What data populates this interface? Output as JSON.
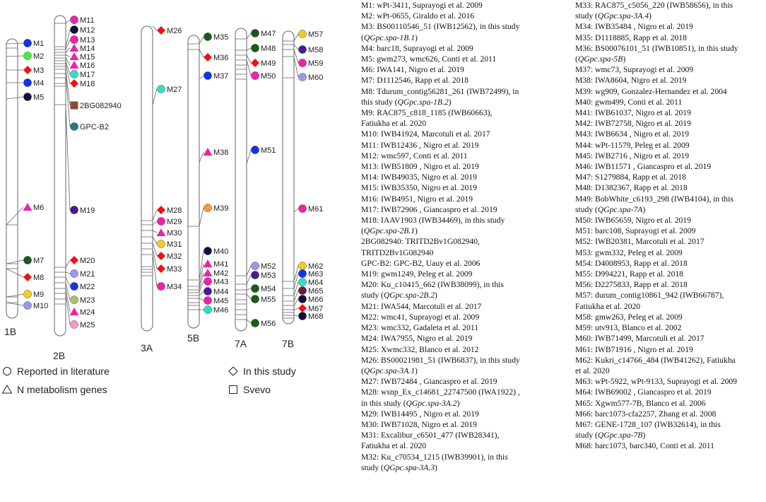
{
  "colors": {
    "dark_green": "#1a5a1a",
    "red": "#ee1111",
    "magenta": "#ee22aa",
    "blue": "#1133ee",
    "navy": "#101040",
    "lime": "#44ee44",
    "cyan": "#33ddcc",
    "teal": "#1a7f8a",
    "brown": "#8b4a3a",
    "orange": "#f39a3a",
    "lavender": "#9999ee",
    "yellow": "#f2cc22",
    "purple": "#4a1a99",
    "olive": "#a8c46a",
    "pink": "#f29ac8",
    "maroon": "#6a1a3a"
  },
  "chromosomes": [
    {
      "label": "1B",
      "markers": [
        {
          "name": "M1",
          "shape": "circle",
          "color": "blue"
        },
        {
          "name": "M2",
          "shape": "circle",
          "color": "lime"
        },
        {
          "name": "M3",
          "shape": "diamond",
          "color": "red"
        },
        {
          "name": "M4",
          "shape": "circle",
          "color": "blue"
        },
        {
          "name": "M5",
          "shape": "circle",
          "color": "navy"
        },
        {
          "name": "M6",
          "shape": "triangle",
          "color": "magenta"
        },
        {
          "name": "M7",
          "shape": "circle",
          "color": "dark_green"
        },
        {
          "name": "M8",
          "shape": "diamond",
          "color": "red"
        },
        {
          "name": "M9",
          "shape": "circle",
          "color": "yellow"
        },
        {
          "name": "M10",
          "shape": "circle",
          "color": "lavender"
        }
      ]
    },
    {
      "label": "2B",
      "markers": [
        {
          "name": "M11",
          "shape": "circle",
          "color": "magenta"
        },
        {
          "name": "M12",
          "shape": "circle",
          "color": "navy"
        },
        {
          "name": "M13",
          "shape": "circle",
          "color": "magenta"
        },
        {
          "name": "M14",
          "shape": "triangle",
          "color": "magenta"
        },
        {
          "name": "M15",
          "shape": "triangle",
          "color": "magenta"
        },
        {
          "name": "M16",
          "shape": "triangle",
          "color": "magenta"
        },
        {
          "name": "M17",
          "shape": "circle",
          "color": "cyan"
        },
        {
          "name": "M18",
          "shape": "diamond",
          "color": "red"
        },
        {
          "name": "2BG082940",
          "shape": "square",
          "color": "brown"
        },
        {
          "name": "GPC-B2",
          "shape": "circle",
          "color": "teal"
        },
        {
          "name": "M19",
          "shape": "circle",
          "color": "purple"
        },
        {
          "name": "M20",
          "shape": "diamond",
          "color": "red"
        },
        {
          "name": "M21",
          "shape": "circle",
          "color": "lavender"
        },
        {
          "name": "M22",
          "shape": "circle",
          "color": "blue"
        },
        {
          "name": "M23",
          "shape": "circle",
          "color": "olive"
        },
        {
          "name": "M24",
          "shape": "triangle",
          "color": "magenta"
        },
        {
          "name": "M25",
          "shape": "circle",
          "color": "pink"
        }
      ]
    },
    {
      "label": "3A",
      "markers": [
        {
          "name": "M26",
          "shape": "diamond",
          "color": "red"
        },
        {
          "name": "M27",
          "shape": "circle",
          "color": "cyan"
        },
        {
          "name": "M28",
          "shape": "diamond",
          "color": "red"
        },
        {
          "name": "M29",
          "shape": "circle",
          "color": "magenta"
        },
        {
          "name": "M30",
          "shape": "triangle",
          "color": "magenta"
        },
        {
          "name": "M31",
          "shape": "circle",
          "color": "yellow"
        },
        {
          "name": "M32",
          "shape": "diamond",
          "color": "red"
        },
        {
          "name": "M33",
          "shape": "diamond",
          "color": "red"
        },
        {
          "name": "M34",
          "shape": "circle",
          "color": "magenta"
        }
      ]
    },
    {
      "label": "5B",
      "markers": [
        {
          "name": "M35",
          "shape": "circle",
          "color": "dark_green"
        },
        {
          "name": "M36",
          "shape": "diamond",
          "color": "red"
        },
        {
          "name": "M37",
          "shape": "circle",
          "color": "blue"
        },
        {
          "name": "M38",
          "shape": "triangle",
          "color": "magenta"
        },
        {
          "name": "M39",
          "shape": "circle",
          "color": "orange"
        },
        {
          "name": "M40",
          "shape": "circle",
          "color": "navy"
        },
        {
          "name": "M41",
          "shape": "triangle",
          "color": "magenta"
        },
        {
          "name": "M42",
          "shape": "triangle",
          "color": "magenta"
        },
        {
          "name": "M43",
          "shape": "circle",
          "color": "magenta"
        },
        {
          "name": "M44",
          "shape": "circle",
          "color": "purple"
        },
        {
          "name": "M45",
          "shape": "circle",
          "color": "magenta"
        },
        {
          "name": "M46",
          "shape": "circle",
          "color": "cyan"
        }
      ]
    },
    {
      "label": "7A",
      "markers": [
        {
          "name": "M47",
          "shape": "circle",
          "color": "dark_green"
        },
        {
          "name": "M48",
          "shape": "circle",
          "color": "dark_green"
        },
        {
          "name": "M49",
          "shape": "diamond",
          "color": "red"
        },
        {
          "name": "M50",
          "shape": "circle",
          "color": "magenta"
        },
        {
          "name": "M51",
          "shape": "circle",
          "color": "blue"
        },
        {
          "name": "M52",
          "shape": "circle",
          "color": "lavender"
        },
        {
          "name": "M53",
          "shape": "circle",
          "color": "purple"
        },
        {
          "name": "M54",
          "shape": "circle",
          "color": "dark_green"
        },
        {
          "name": "M55",
          "shape": "circle",
          "color": "dark_green"
        },
        {
          "name": "M56",
          "shape": "circle",
          "color": "dark_green"
        }
      ]
    },
    {
      "label": "7B",
      "markers": [
        {
          "name": "M57",
          "shape": "circle",
          "color": "yellow"
        },
        {
          "name": "M58",
          "shape": "circle",
          "color": "purple"
        },
        {
          "name": "M59",
          "shape": "circle",
          "color": "magenta"
        },
        {
          "name": "M60",
          "shape": "circle",
          "color": "lavender"
        },
        {
          "name": "M61",
          "shape": "circle",
          "color": "magenta"
        },
        {
          "name": "M62",
          "shape": "circle",
          "color": "yellow"
        },
        {
          "name": "M63",
          "shape": "circle",
          "color": "blue"
        },
        {
          "name": "M64",
          "shape": "circle",
          "color": "cyan"
        },
        {
          "name": "M65",
          "shape": "circle",
          "color": "maroon"
        },
        {
          "name": "M66",
          "shape": "circle",
          "color": "navy"
        },
        {
          "name": "M67",
          "shape": "diamond",
          "color": "red"
        },
        {
          "name": "M68",
          "shape": "circle",
          "color": "navy"
        }
      ]
    }
  ],
  "legend": [
    {
      "shape": "circle",
      "text": "Reported in literature"
    },
    {
      "shape": "triangle",
      "text": "N metabolism genes"
    },
    {
      "shape": "diamond",
      "text": "In this study"
    },
    {
      "shape": "square",
      "text": "Svevo"
    }
  ],
  "references_col1": [
    "M1: wPt-3411, Suprayogi et al. 2009",
    "M2: wPt-0655, Giraldo et al. 2016",
    "M3: BS00110546_51 (IWB12562), in this study",
    "(QGpc.spa-1B.1)",
    "M4: barc18, Suprayogi et al. 2009",
    "M5: gwm273, wmc626, Conti et al. 2011",
    "M6: IWA141, Nigro et al. 2019",
    "M7: D1112546, Rapp et al. 2018",
    "M8: Tdurum_contig56281_261 (IWB72499), in",
    "this study (QGpc.spa-1B.2)",
    "M9: RAC875_c818_1185 (IWB60663),",
    "Fatiukha et al. 2020",
    "M10: IWB41924, Marcotuli et al. 2017",
    "M11: IWB12436 , Nigro et al. 2019",
    "M12: wmc597, Conti et al. 2011",
    "M13: IWB51809 , Nigro et al. 2019",
    "M14: IWB49035, Nigro et al. 2019",
    "M15: IWB35350, Nigro et al. 2019",
    "M16: IWB4951, Nigro et al. 2019",
    "M17: IWB72906 , Giancaspro et al. 2019",
    "M18: IAAV1903 (IWB34469), in this study",
    "(QGpc.spa-2B.1)",
    "2BG082940: TRITD2Bv1G082940,",
    "TRITD2Bv1G082940",
    "GPC-B2: GPC-B2, Uauy et al. 2006",
    "M19: gwm1249, Peleg et al. 2009",
    "M20: Ku_c10415_662 (IWB38099), in this",
    "study (QGpc.spa-2B.2)",
    "M21: IWA544, Marcotuli et al. 2017",
    "M22: wmc41, Suprayogi et al. 2009",
    "M23: wmc332, Gadaleta et al. 2011",
    "M24: IWA7955, Nigro et al. 2019",
    "M25: Xwmc332, Blanco et al. 2012",
    "M26: BS00021981_51 (IWB6837), in this study",
    "(QGpc.spa-3A.1)",
    "M27: IWB72484 , Giancaspro et al. 2019",
    "M28: wsnp_Ex_c14681_22747500 (IWA1922) ,",
    "in this study (QGpc.spa-3A.2)",
    "M29: IWB14495 , Nigro et al. 2019",
    "M30: IWB71028, Nigro et al. 2019",
    "M31: Excalibur_c6501_477 (IWB28341),",
    "Fatiukha et al. 2020",
    "M32: Ku_c70534_1215 (IWB39901), in this",
    "study (QGpc.spa-3A.3)"
  ],
  "references_col2": [
    "M33: RAC875_c5056_220 (IWB58656), in this",
    "study (QGpc.spa-3A.4)",
    "M34: IWB35484 , Nigro et al. 2019",
    "M35: D1118885, Rapp et al. 2018",
    "M36: BS00076101_51 (IWB10851), in this study",
    "(QGpc.spa-5B)",
    "M37: wmc73, Suprayogi et al. 2009",
    "M38: IWA8604, Nigro et al. 2019",
    "M39: wg909, Gonzalez-Hernandez et al. 2004",
    "M40: gwm499, Conti et al. 2011",
    "M41: IWB61037, Nigro et al. 2019",
    "M42: IWB72758, Nigro et al. 2019",
    "M43: IWB6634 , Nigro et al. 2019",
    "M44: wPt-11579, Peleg et al. 2009",
    "M45: IWB2716 , Nigro et al. 2019",
    "M46: IWB11571 , Giancaspro et al. 2019",
    "M47: S1279884, Rapp et al. 2018",
    "M48: D1382367, Rapp et al. 2018",
    "M49: BobWhite_c6193_298 (IWB4104), in this",
    "study (QGpc.spa-7A)",
    "M50: IWB65659, Nigro et al. 2019",
    "M51: barc108, Suprayogi et al. 2009",
    "M52: IWB20381, Marcotuli et al. 2017",
    "M53: gwm332, Peleg et al. 2009",
    "M54: D4008953, Rapp et al. 2018",
    "M55: D994221, Rapp et al. 2018",
    "M56: D2275833, Rapp et al. 2018",
    "M57: durum_contig10861_942 (IWB66787),",
    "Fatiukha et al. 2020",
    "M58: gmw263, Peleg et al. 2009",
    "M59: utv913, Blanco et al. 2002",
    "M60: IWB71499, Marcotuli et al. 2017",
    "M61: IWB71916 , Nigro et al. 2019",
    "M62: Kukri_c14766_484 (IWB41262), Fatiukha",
    "et al. 2020",
    "M63: wPt-5922, wPt-9133, Suprayogi et al. 2009",
    "M64: IWB69002 , Giancaspro et al. 2019",
    "M65: Xgwm577-7B, Blanco et al. 2006",
    "M66: barc1073-cfa2257, Zhang et al. 2008",
    "M67: GENE-1728_107 (IWB32614), in this",
    "study (QGpc.spa-7B)",
    "M68: barc1073, barc340, Conti et al. 2011"
  ]
}
